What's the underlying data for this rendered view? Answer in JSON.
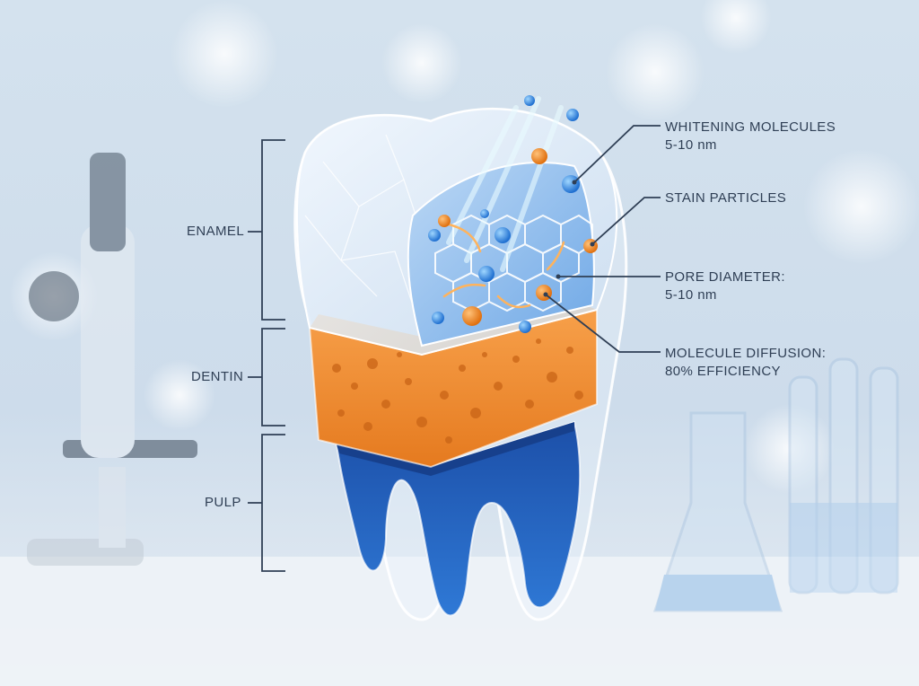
{
  "layers": {
    "enamel": "ENAMEL",
    "dentin": "DENTIN",
    "pulp": "PULP"
  },
  "callouts": {
    "whitening": {
      "line1": "WHITENING MOLECULES",
      "line2": "5-10 nm"
    },
    "stain": {
      "line1": "STAIN PARTICLES"
    },
    "pore": {
      "line1": "PORE DIAMETER:",
      "line2": "5-10 nm"
    },
    "diffusion": {
      "line1": "MOLECULE DIFFUSION:",
      "line2": "80% EFFICIENCY"
    }
  },
  "colors": {
    "dentin": "#f08a2c",
    "pulp": "#1f5db8",
    "molecule_blue": "#2e8fe6",
    "stain_orange": "#f08a2c",
    "label_text": "#2f3f55"
  }
}
